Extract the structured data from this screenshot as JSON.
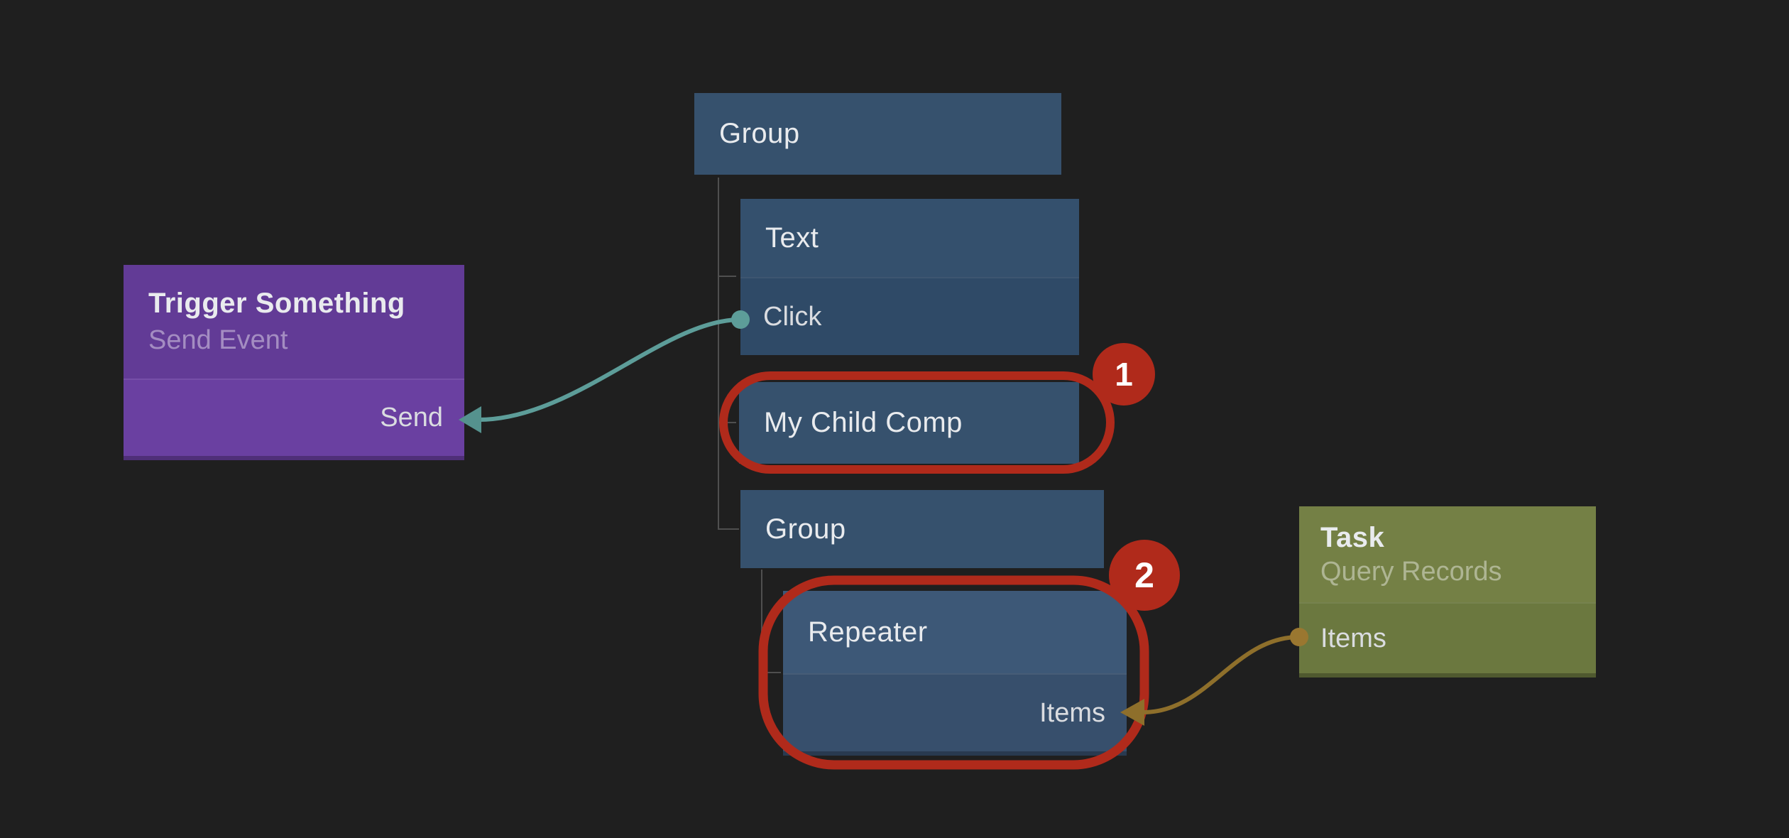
{
  "canvas": {
    "background": "#1f1f1f"
  },
  "colors": {
    "tree_node_blue": "#36516d",
    "tree_node_blue_body": "#2f4a67",
    "trigger_purple": "#623b96",
    "trigger_purple_body": "#6a40a1",
    "task_green": "#748045",
    "task_green_body": "#6b783f",
    "annotation_red": "#b02a1b",
    "connection_teal": "#5d9d99",
    "connection_gold": "#8e6f2b",
    "tree_line_grey": "#4f4f4f"
  },
  "nodes": {
    "trigger": {
      "title": "Trigger Something",
      "subtitle": "Send Event",
      "send_port": "Send"
    },
    "group1": {
      "title": "Group"
    },
    "text": {
      "title": "Text",
      "click_port": "Click"
    },
    "my_child_comp": {
      "title": "My Child Comp"
    },
    "group2": {
      "title": "Group"
    },
    "repeater": {
      "title": "Repeater",
      "items_port": "Items"
    },
    "task": {
      "title": "Task",
      "subtitle": "Query Records",
      "items_port": "Items"
    }
  },
  "annotations": {
    "badge1": {
      "number": "1"
    },
    "badge2": {
      "number": "2"
    }
  }
}
